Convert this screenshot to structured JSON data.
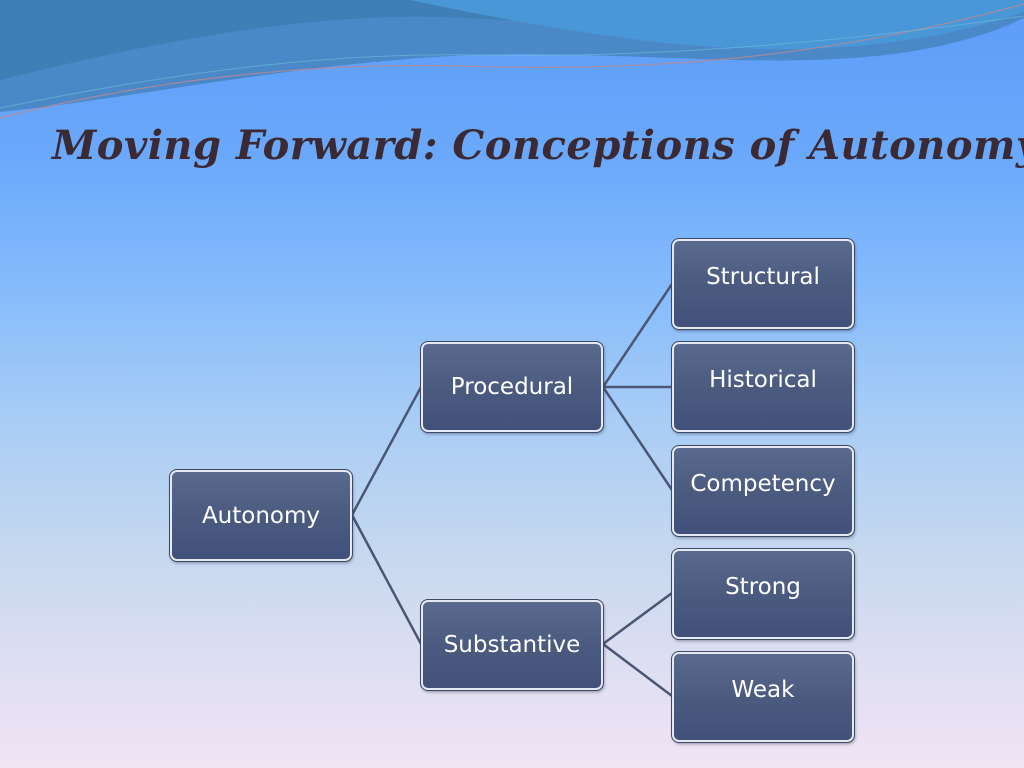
{
  "slide": {
    "title": "Moving Forward: Conceptions of Autonomy"
  },
  "diagram": {
    "root": "Autonomy",
    "branches": [
      {
        "label": "Procedural",
        "children": [
          "Structural",
          "Historical",
          "Competency"
        ]
      },
      {
        "label": "Substantive",
        "children": [
          "Strong",
          "Weak"
        ]
      }
    ]
  },
  "colors": {
    "node_fill": "#4a5a7f",
    "node_border": "#e4e9f2",
    "connector": "#4a5674",
    "title_text": "#3b2a34",
    "background_top": "#5b9cf7",
    "background_bottom": "#f1e4f5"
  }
}
